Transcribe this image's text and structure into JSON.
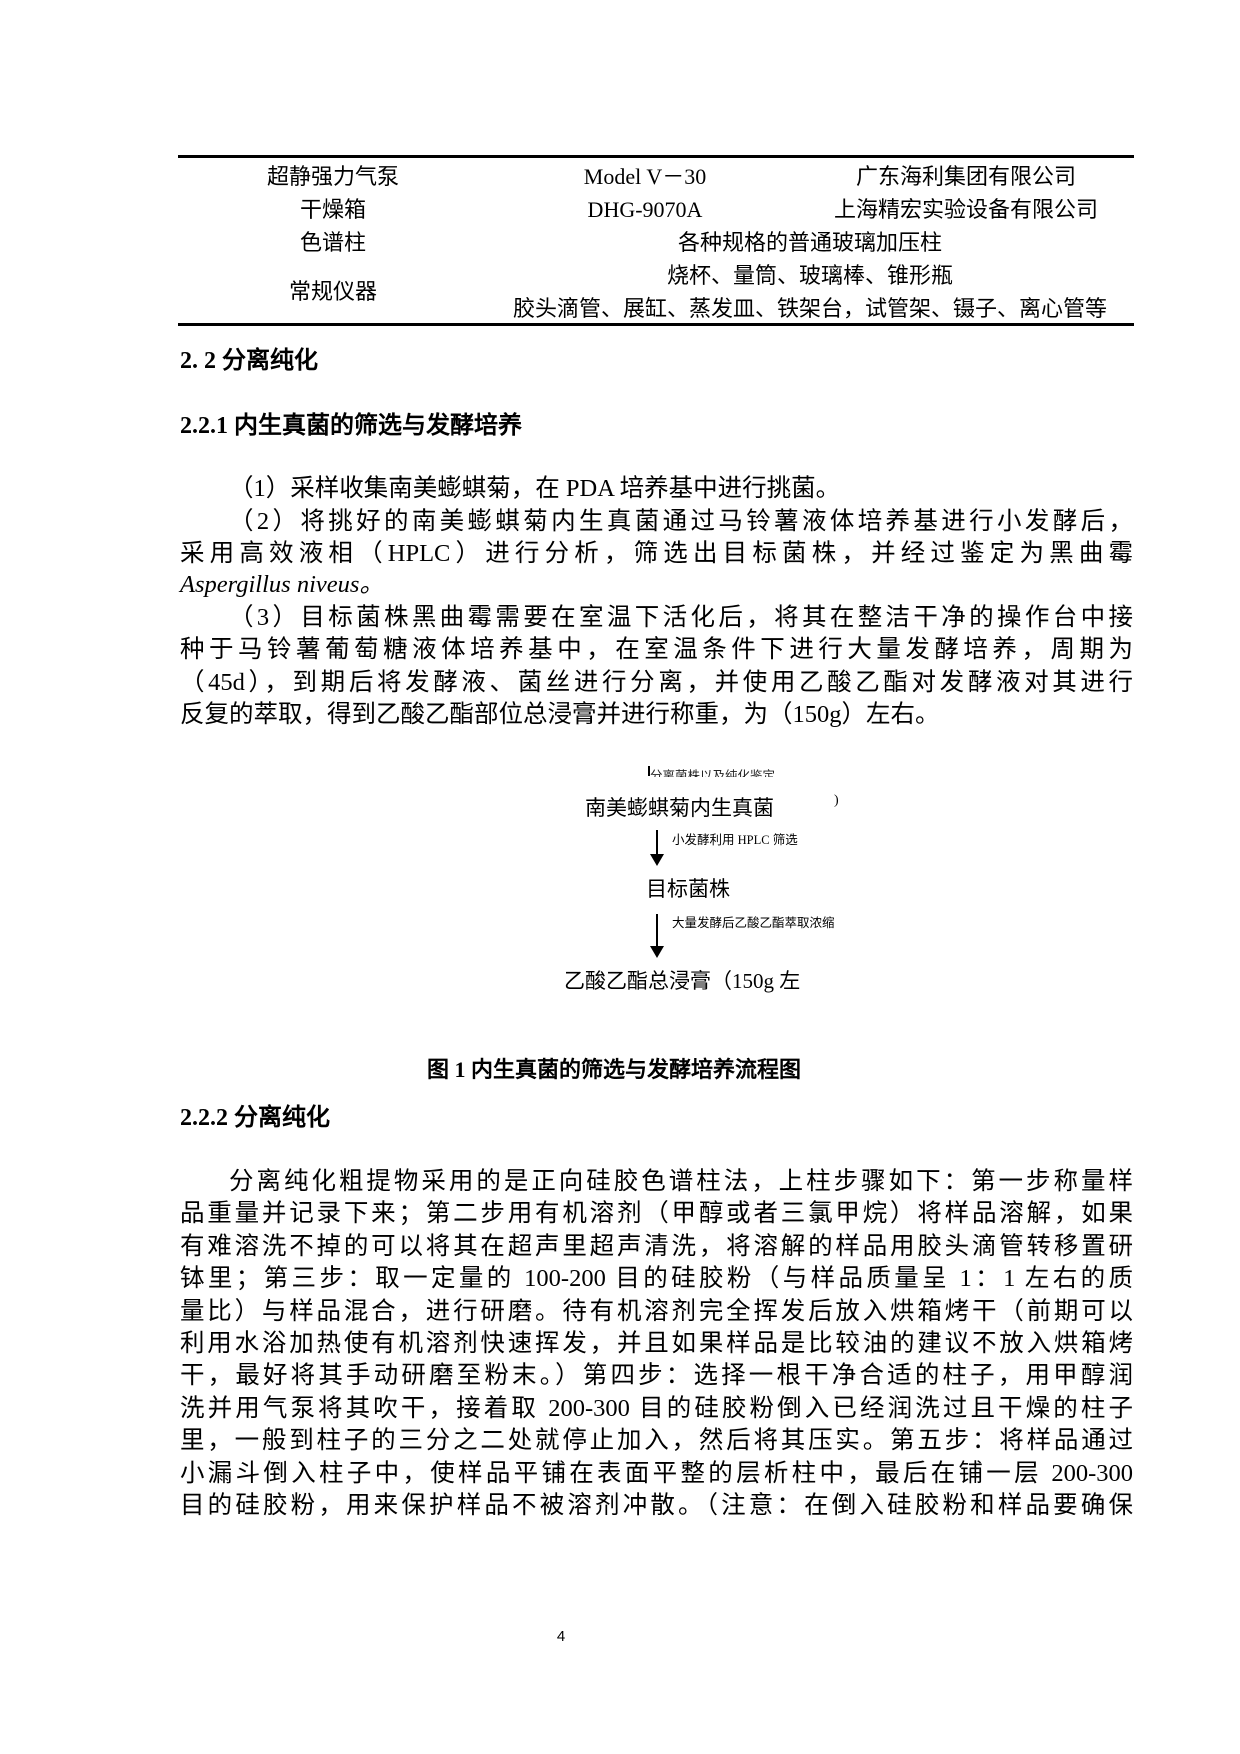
{
  "table": {
    "rows": [
      {
        "name": "超静强力气泵",
        "model": "Model V－30",
        "maker": "广东海利集团有限公司"
      },
      {
        "name": "干燥箱",
        "model": "DHG-9070A",
        "maker": "上海精宏实验设备有限公司"
      },
      {
        "name": "色谱柱",
        "merged": "各种规格的普通玻璃加压柱"
      },
      {
        "name": "常规仪器",
        "merged_lines": [
          "烧杯、量筒、玻璃棒、锥形瓶",
          "胶头滴管、展缸、蒸发皿、铁架台，试管架、镊子、离心管等"
        ]
      }
    ]
  },
  "section_2_2": {
    "heading": "2. 2 分离纯化"
  },
  "section_2_2_1": {
    "heading": "2.2.1 内生真菌的筛选与发酵培养",
    "lines": [
      "（1）采样收集南美蟛蜞菊，在 PDA 培养基中进行挑菌。",
      "（2）将挑好的南美蟛蜞菊内生真菌通过马铃薯液体培养基进行小发酵后，",
      "采用高效液相（HPLC）进行分析，筛选出目标菌株，并经过鉴定为黑曲霉",
      "Aspergillus niveus。",
      "（3）目标菌株黑曲霉需要在室温下活化后，将其在整洁干净的操作台中接",
      "种于马铃薯葡萄糖液体培养基中，在室温条件下进行大量发酵培养，周期为",
      "（45d），到期后将发酵液、菌丝进行分离，并使用乙酸乙酯对发酵液对其进行",
      "反复的萃取，得到乙酸乙酯部位总浸膏并进行称重，为（150g）左右。"
    ]
  },
  "flowchart": {
    "clipped_top": "分离菌株以及纯化鉴定",
    "node1": "南美蟛蜞菊内生真菌",
    "edge1": "小发酵利用 HPLC 筛选",
    "node2": "目标菌株",
    "edge2": "大量发酵后乙酸乙酯萃取浓缩",
    "node3": "乙酸乙酯总浸膏（150g 左"
  },
  "figure_caption": "图  1  内生真菌的筛选与发酵培养流程图",
  "section_2_2_2": {
    "heading": "2.2.2 分离纯化",
    "lines": [
      "分离纯化粗提物采用的是正向硅胶色谱柱法，上柱步骤如下：第一步称量样",
      "品重量并记录下来；第二步用有机溶剂（甲醇或者三氯甲烷）将样品溶解，如果",
      "有难溶洗不掉的可以将其在超声里超声清洗，将溶解的样品用胶头滴管转移置研",
      "钵里；第三步：取一定量的 100-200 目的硅胶粉（与样品质量呈 1：1 左右的质",
      "量比）与样品混合，进行研磨。待有机溶剂完全挥发后放入烘箱烤干（前期可以",
      "利用水浴加热使有机溶剂快速挥发，并且如果样品是比较油的建议不放入烘箱烤",
      "干，最好将其手动研磨至粉末。）第四步：选择一根干净合适的柱子，用甲醇润",
      "洗并用气泵将其吹干，接着取 200-300 目的硅胶粉倒入已经润洗过且干燥的柱子",
      "里，一般到柱子的三分之二处就停止加入，然后将其压实。第五步：将样品通过",
      "小漏斗倒入柱子中，使样品平铺在表面平整的层析柱中，最后在铺一层 200-300",
      "目的硅胶粉，用来保护样品不被溶剂冲散。（注意：在倒入硅胶粉和样品要确保"
    ]
  },
  "page_number": "4"
}
